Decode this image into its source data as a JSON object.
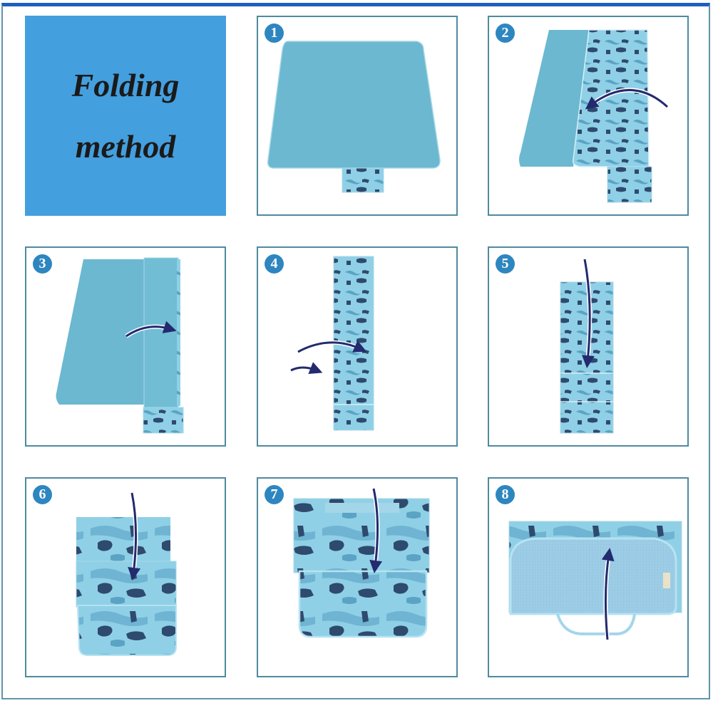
{
  "title": {
    "line1": "Folding",
    "line2": "method"
  },
  "steps": [
    {
      "number": "1",
      "description": "Mat fully unfolded, solid side up, camouflage strap pocket at bottom"
    },
    {
      "number": "2",
      "description": "Fold right half over to the left",
      "arrow": "curved-left"
    },
    {
      "number": "3",
      "description": "Fold left side over to the right",
      "arrow": "curved-right"
    },
    {
      "number": "4",
      "description": "Fold into a long narrow strip",
      "arrow": "double-curved-right"
    },
    {
      "number": "5",
      "description": "Fold top down",
      "arrow": "down"
    },
    {
      "number": "6",
      "description": "Continue folding down",
      "arrow": "down"
    },
    {
      "number": "7",
      "description": "Fold down again",
      "arrow": "down"
    },
    {
      "number": "8",
      "description": "Wrap mesh pocket flap up over the folded mat; carry handle",
      "arrow": "up"
    }
  ],
  "colors": {
    "title_bg": "#449fde",
    "badge": "#2e86c0",
    "panel_border": "#4f8a9e",
    "top_bar": "#1d5fc0",
    "mat_solid": "#6bb8d0",
    "camo_light": "#8fd0e6",
    "camo_mid": "#5aa3c4",
    "camo_dark": "#2e4a6e",
    "arrow": "#232a6e"
  }
}
